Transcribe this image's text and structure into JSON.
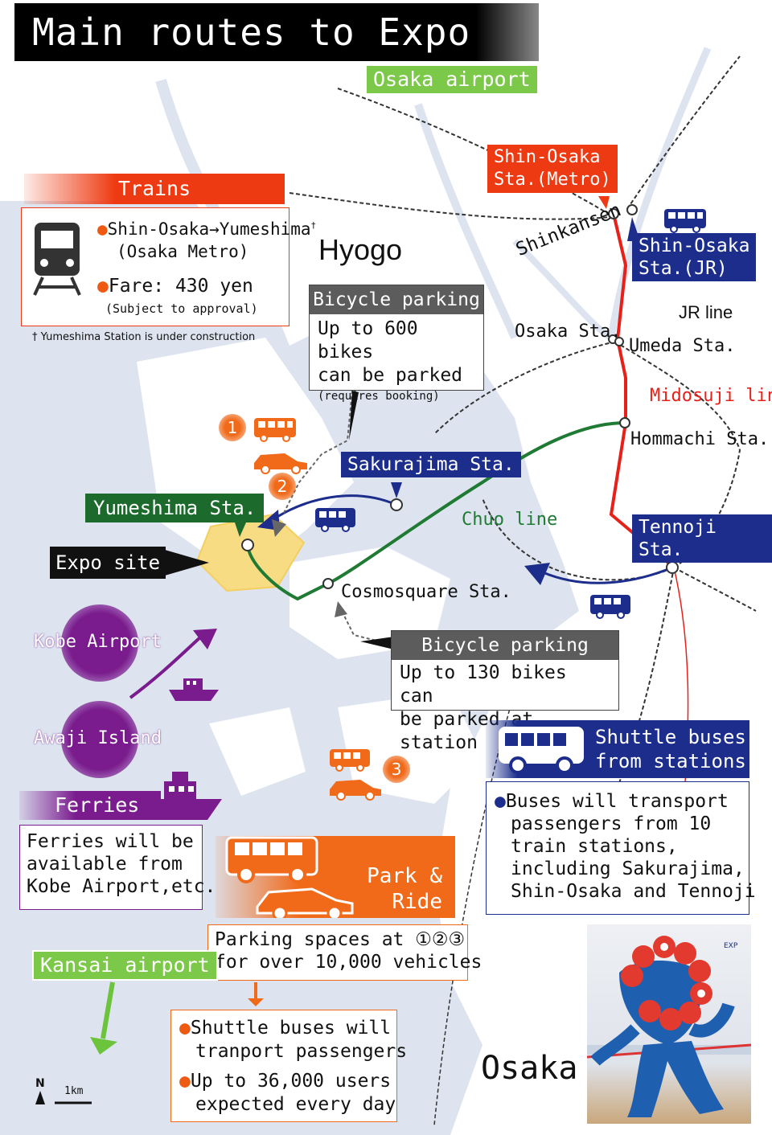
{
  "title": "Main routes to Expo site",
  "labels": {
    "osaka_airport": "Osaka airport",
    "shin_osaka_metro": "Shin-Osaka\nSta.(Metro)",
    "shin_osaka_jr": "Shin-Osaka\nSta.(JR)",
    "hyogo": "Hyogo",
    "shinkansen": "Shinkansen",
    "jr_line": "JR line",
    "osaka_sta": "Osaka Sta.",
    "umeda_sta": "Umeda Sta.",
    "midosuji_line": "Midosuji line",
    "hommachi_sta": "Hommachi Sta.",
    "sakurajima_sta": "Sakurajima Sta.",
    "chuo_line": "Chuo line",
    "yumeshima_sta": "Yumeshima Sta.",
    "expo_site": "Expo site",
    "tennoji_sta": "Tennoji Sta.",
    "cosmosquare_sta": "Cosmosquare Sta.",
    "kobe_airport": "Kobe Airport",
    "awaji_island": "Awaji Island",
    "kansai_airport": "Kansai airport",
    "osaka": "Osaka",
    "north": "N",
    "scale": "1km"
  },
  "trains": {
    "header": "Trains",
    "route": "Shin-Osaka→Yumeshima",
    "route_mark": "†",
    "operator": "(Osaka Metro)",
    "fare": "Fare: 430 yen",
    "fare_note": "(Subject to approval)",
    "footnote": "† Yumeshima Station is under construction"
  },
  "bike_parking_1": {
    "header": "Bicycle parking",
    "line1": "Up to 600 bikes",
    "line2": "can be parked",
    "note": "(requires booking)"
  },
  "bike_parking_2": {
    "header": "Bicycle parking",
    "line1": "Up to 130 bikes can",
    "line2": "be parked at station"
  },
  "shuttle": {
    "header_line1": "Shuttle buses",
    "header_line2": "from stations",
    "line1": "Buses will transport",
    "line2": "passengers from 10",
    "line3": "train stations,",
    "line4": "including Sakurajima,",
    "line5": "Shin-Osaka and Tennoji"
  },
  "ferries": {
    "header": "Ferries",
    "line1": "Ferries will be",
    "line2": "available from",
    "line3": "Kobe Airport,etc."
  },
  "park_ride": {
    "header_line1": "Park &",
    "header_line2": "Ride",
    "line1": "Parking spaces at ①②③",
    "line2": "for over 10,000 vehicles",
    "bullet1_line1": "Shuttle buses will",
    "bullet1_line2": "tranport passengers",
    "bullet2_line1": "Up to 36,000 users",
    "bullet2_line2": "expected every day"
  },
  "badges": [
    "1",
    "2",
    "3"
  ],
  "mascot_sign": "EXP",
  "colors": {
    "water": "#dde4ef",
    "land": "#ffffff",
    "midosuji": "#e8201a",
    "chuo": "#1f7a33",
    "bus_blue": "#1c2d8c",
    "orange": "#f06a1a",
    "purple": "#7a1b8e",
    "expo_zone": "#f7dc83"
  }
}
